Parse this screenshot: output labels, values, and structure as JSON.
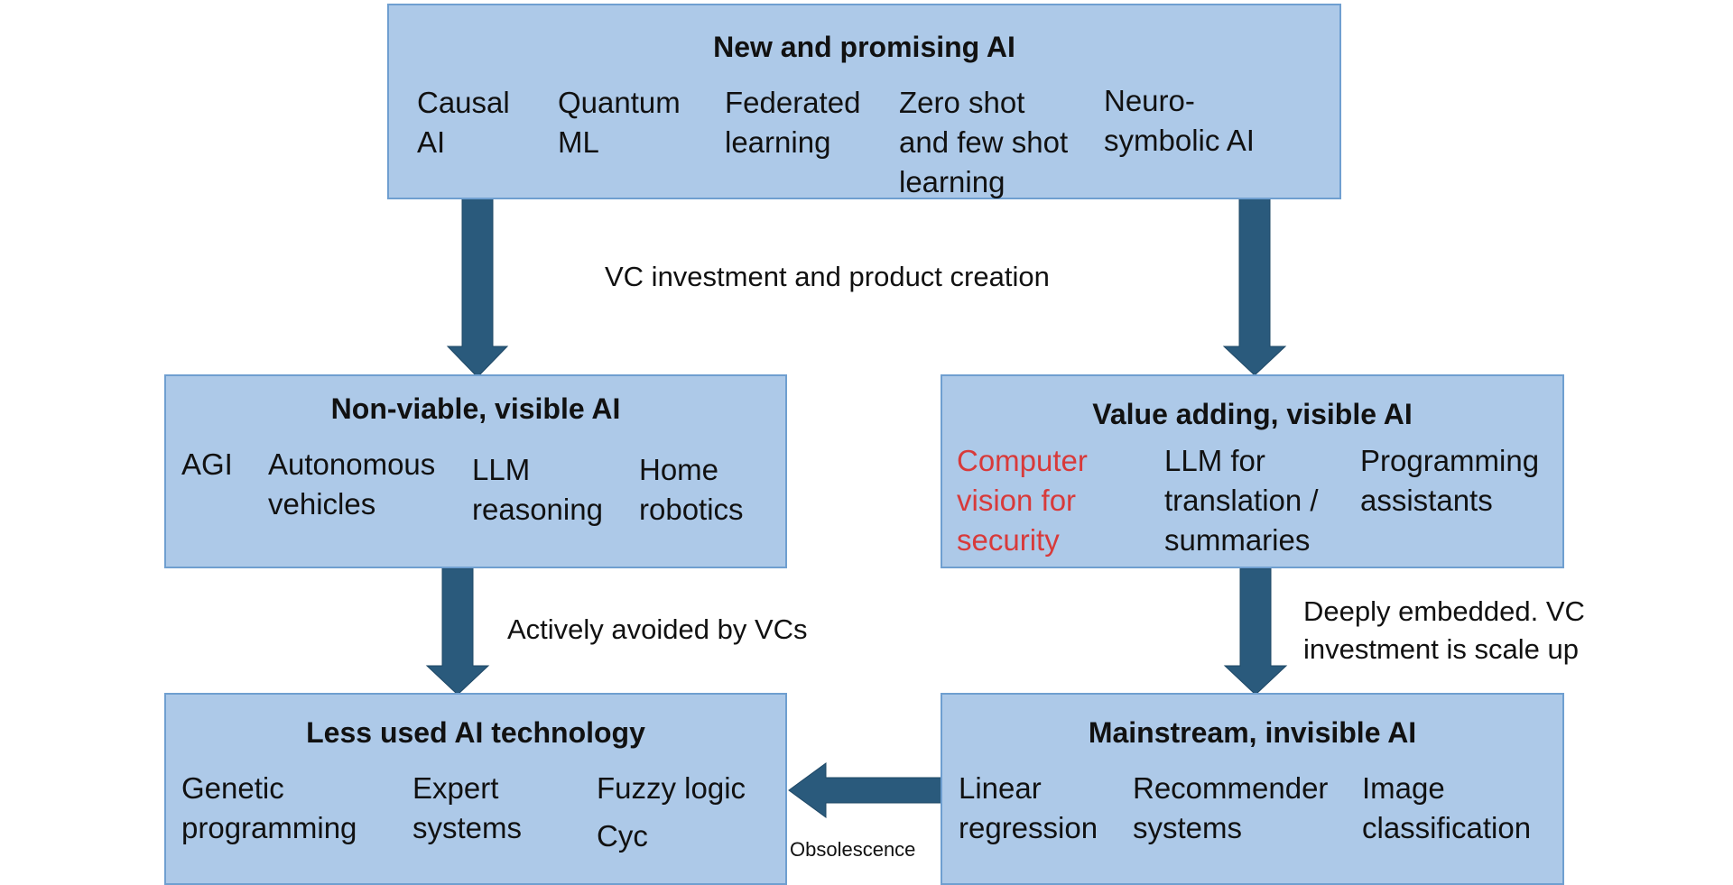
{
  "boxes": {
    "top": {
      "title": "New and promising AI",
      "items": [
        "Causal\nAI",
        "Quantum\nML",
        "Federated\nlearning",
        "Zero shot\nand few shot\nlearning",
        "Neuro-\nsymbolic AI"
      ]
    },
    "nonviable": {
      "title": "Non-viable, visible AI",
      "items": [
        "AGI",
        "Autonomous\nvehicles",
        "LLM\nreasoning",
        "Home\nrobotics"
      ]
    },
    "value": {
      "title": "Value adding, visible AI",
      "items": [
        "Computer\nvision for\nsecurity",
        "LLM for\ntranslation /\nsummaries",
        "Programming\nassistants"
      ]
    },
    "lessused": {
      "title": "Less used AI technology",
      "items": [
        "Genetic\nprogramming",
        "Expert\nsystems",
        "Fuzzy logic",
        "Cyc"
      ]
    },
    "mainstream": {
      "title": "Mainstream, invisible AI",
      "items": [
        "Linear\nregression",
        "Recommender\nsystems",
        "Image\nclassification"
      ]
    }
  },
  "labels": {
    "vc_investment": "VC investment and product creation",
    "avoided": "Actively avoided by VCs",
    "embedded": "Deeply embedded. VC\ninvestment is scale up",
    "obsolescence": "Obsolescence"
  },
  "colors": {
    "box_fill": "#adc9e8",
    "box_border": "#6f9fd0",
    "arrow": "#2a5a7c",
    "highlight_text": "#d83a3a"
  }
}
